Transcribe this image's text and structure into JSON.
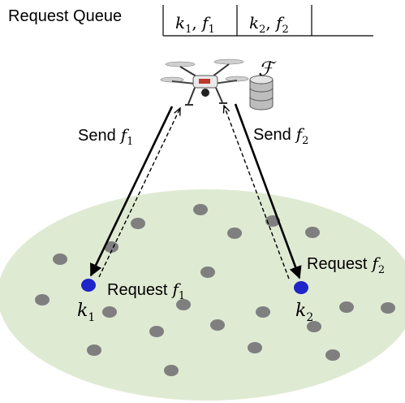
{
  "queue": {
    "label": "Request Queue",
    "cells": [
      {
        "var": "k",
        "sub": "1",
        "file": "f",
        "fsub": "1"
      },
      {
        "var": "k",
        "sub": "2",
        "file": "f",
        "fsub": "2"
      }
    ]
  },
  "cache_symbol": "ℱ",
  "links": {
    "left": {
      "send": "Send",
      "send_var": "f",
      "send_sub": "1",
      "request": "Request",
      "request_var": "f",
      "request_sub": "1"
    },
    "right": {
      "send": "Send",
      "send_var": "f",
      "send_sub": "2",
      "request": "Request",
      "request_var": "f",
      "request_sub": "2"
    }
  },
  "users": [
    {
      "var": "k",
      "sub": "1"
    },
    {
      "var": "k",
      "sub": "2"
    }
  ],
  "colors": {
    "area_fill": "#dfead3",
    "device": "#7f7f7f",
    "requesting_user": "#1f25c8",
    "arrow": "#000000"
  }
}
